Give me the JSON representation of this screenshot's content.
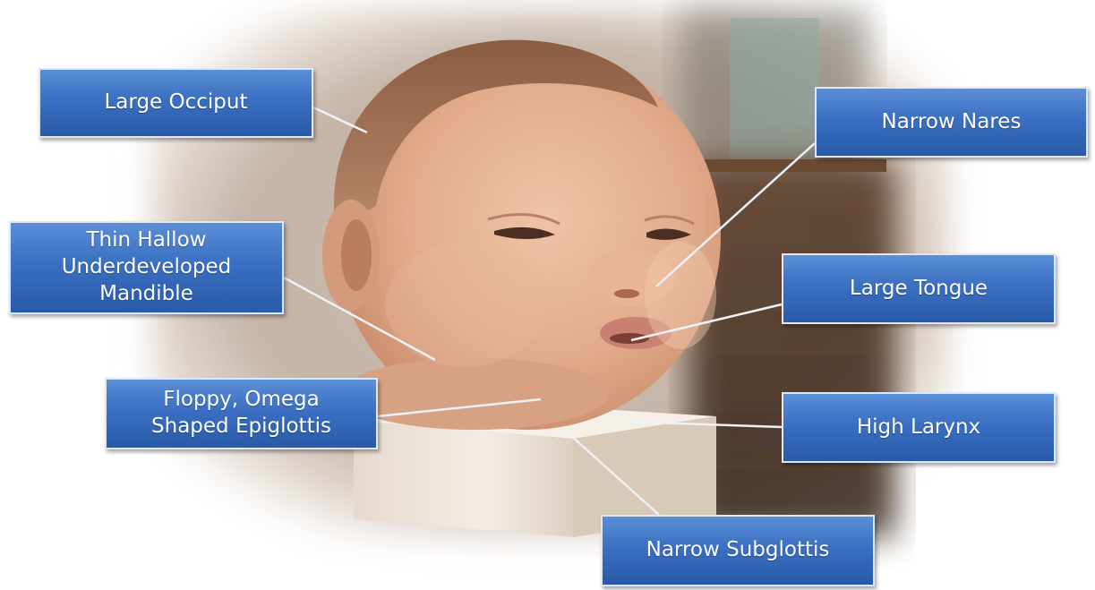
{
  "labels": {
    "occiput": "Large Occiput",
    "nares": "Narrow Nares",
    "mandible": "Thin Hallow\nUnderdeveloped\nMandible",
    "tongue": "Large Tongue",
    "epiglottis": "Floppy, Omega\nShaped Epiglottis",
    "larynx": "High Larynx",
    "subglottis": "Narrow Subglottis"
  },
  "colors": {
    "label_fill": "#3a6fc2",
    "label_border": "#dfe8f6",
    "leader_line": "#e8ecf2",
    "skin": "#e3b192",
    "pedestal": "#efe6dc"
  }
}
